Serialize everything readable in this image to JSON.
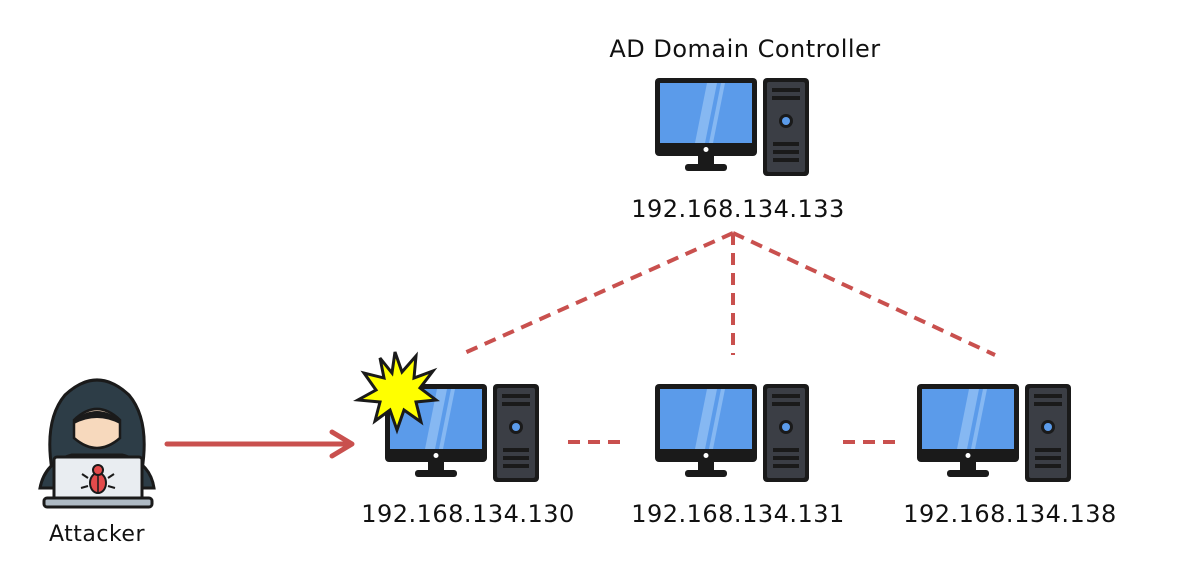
{
  "diagram": {
    "controller": {
      "title": "AD Domain Controller",
      "ip": "192.168.134.133",
      "icon": "desktop-computer-icon"
    },
    "hosts": [
      {
        "ip": "192.168.134.130",
        "icon": "desktop-computer-icon",
        "compromised": true
      },
      {
        "ip": "192.168.134.131",
        "icon": "desktop-computer-icon",
        "compromised": false
      },
      {
        "ip": "192.168.134.138",
        "icon": "desktop-computer-icon",
        "compromised": false
      }
    ],
    "attacker": {
      "label": "Attacker",
      "icon": "hooded-hacker-icon"
    },
    "colors": {
      "link": "#c9504e",
      "screen": "#5b9bea",
      "outline": "#1a1a1a",
      "tower": "#3b3e45",
      "burst": "#ffff00"
    }
  }
}
